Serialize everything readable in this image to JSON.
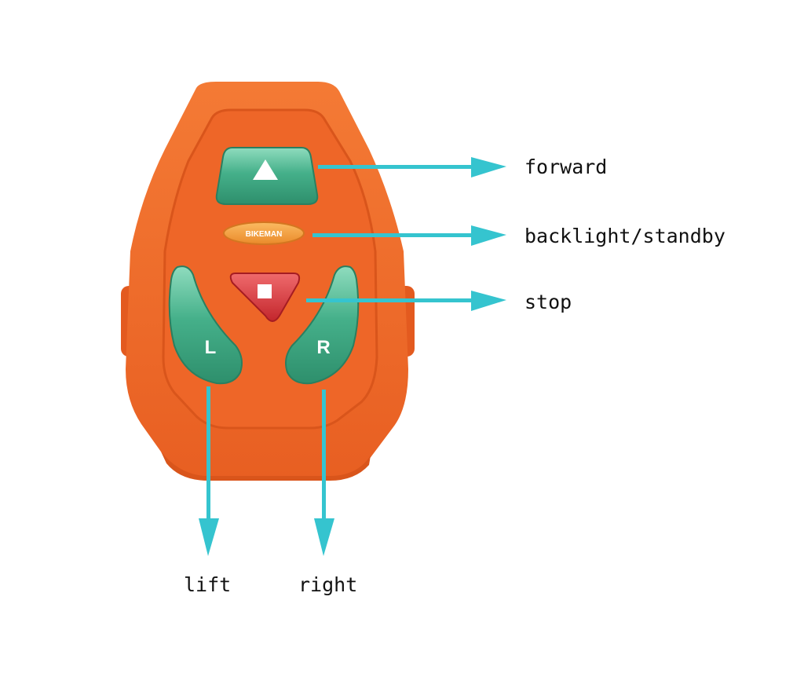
{
  "callouts": {
    "forward": "forward",
    "backlight_standby": "backlight/standby",
    "stop": "stop",
    "lift": "lift",
    "right": "right"
  },
  "remote": {
    "brand": "BIKEMAN",
    "left_key": "L",
    "right_key": "R"
  },
  "colors": {
    "body": "#f06a2a",
    "body_shade": "#d9551b",
    "green_button": "#3aa57f",
    "green_light": "#7fd3b2",
    "red_button": "#d8343a",
    "orange_button": "#f49a3a",
    "arrow": "#35c4cf"
  }
}
